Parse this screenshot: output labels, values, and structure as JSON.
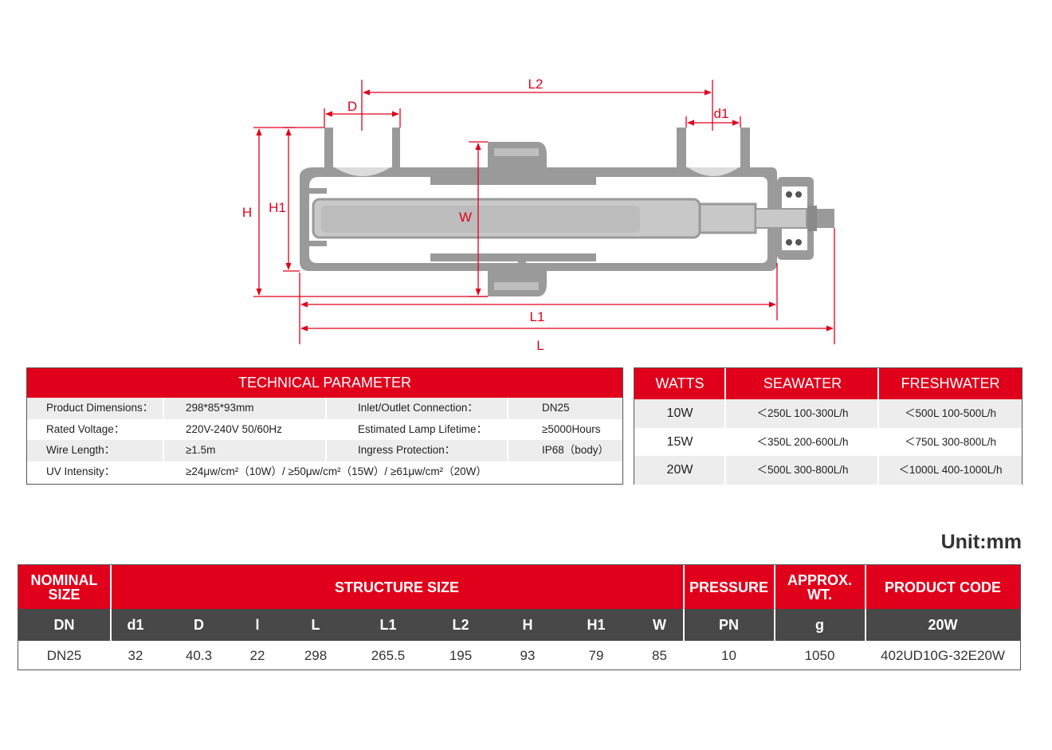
{
  "diagram": {
    "labels": {
      "L2": "L2",
      "D": "D",
      "d1": "d1",
      "H": "H",
      "H1": "H1",
      "W": "W",
      "L1": "L1",
      "L": "L"
    },
    "line_color": "#e0001b",
    "body_color": "#9a9a9a",
    "tube_color": "#c8c8c8"
  },
  "tech_params": {
    "title": "TECHNICAL PARAMETER",
    "rows": [
      {
        "label_a": "Product Dimensions：",
        "value_a": "298*85*93mm",
        "label_b": "Inlet/Outlet Connection：",
        "value_b": "DN25"
      },
      {
        "label_a": "Rated Voltage：",
        "value_a": "220V-240V  50/60Hz",
        "label_b": "Estimated Lamp Lifetime：",
        "value_b": "≥5000Hours"
      },
      {
        "label_a": "Wire Length：",
        "value_a": "≥1.5m",
        "label_b": "Ingress Protection：",
        "value_b": "IP68（body）"
      }
    ],
    "uv_label": "UV Intensity：",
    "uv_value": "≥24μw/cm²（10W）/ ≥50μw/cm²（15W）/ ≥61μw/cm²（20W）"
  },
  "watts_table": {
    "headers": [
      "WATTS",
      "SEAWATER",
      "FRESHWATER"
    ],
    "rows": [
      {
        "watts": "10W",
        "seawater": "＜250L   100-300L/h",
        "freshwater": "＜500L    100-500L/h"
      },
      {
        "watts": "15W",
        "seawater": "＜350L   200-600L/h",
        "freshwater": "＜750L    300-800L/h"
      },
      {
        "watts": "20W",
        "seawater": "＜500L   300-800L/h",
        "freshwater": "＜1000L  400-1000L/h"
      }
    ]
  },
  "unit_label": "Unit:mm",
  "structure_table": {
    "group_headers": {
      "nominal": "NOMINAL SIZE",
      "structure": "STRUCTURE SIZE",
      "pressure": "PRESSURE",
      "weight": "APPROX. WT.",
      "code": "PRODUCT CODE"
    },
    "sub_headers": [
      "DN",
      "d1",
      "D",
      "l",
      "L",
      "L1",
      "L2",
      "H",
      "H1",
      "W",
      "PN",
      "g",
      "20W"
    ],
    "row": [
      "DN25",
      "32",
      "40.3",
      "22",
      "298",
      "265.5",
      "195",
      "93",
      "79",
      "85",
      "10",
      "1050",
      "402UD10G-32E20W"
    ]
  }
}
